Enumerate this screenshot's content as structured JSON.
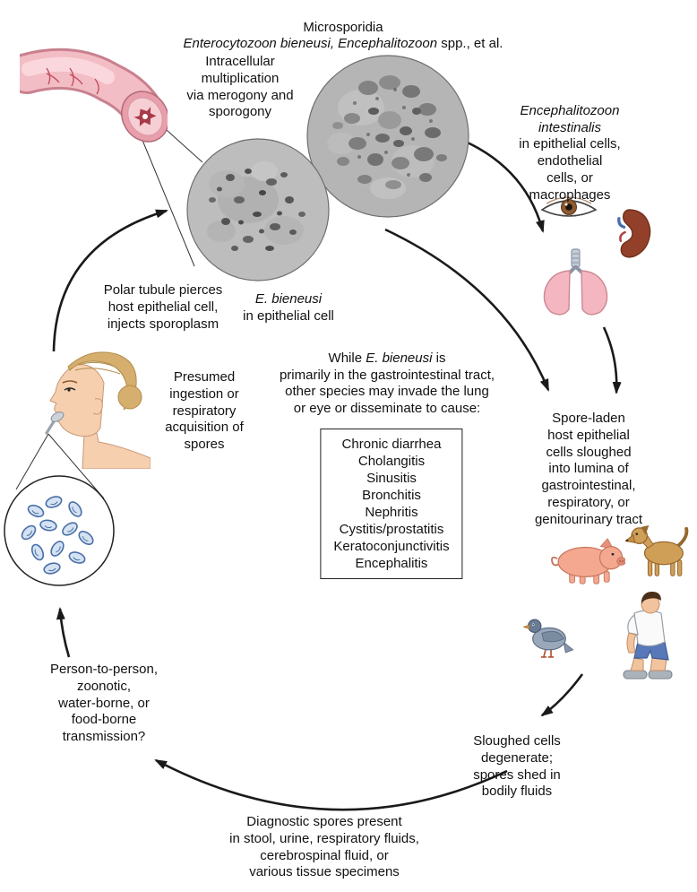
{
  "title": {
    "line1": "Microsporidia",
    "line2_italic": "Enterocytozoon bieneusi, Encephalitozoon",
    "line2_rest": " spp., et al."
  },
  "labels": {
    "intracellular": "Intracellular\nmultiplication\nvia merogony and\nsporogony",
    "encephalitozoon_species": "Encephalitozoon intestinalis",
    "encephalitozoon_rest": "\nin epithelial cells, endothelial\ncells, or macrophages",
    "ebieneusi_species": "E. bieneusi",
    "ebieneusi_rest": "\nin epithelial cell",
    "polar_tubule": "Polar tubule pierces\nhost epithelial cell,\ninjects sporoplasm",
    "presumed_ingestion": "Presumed\ningestion or\nrespiratory\nacquisition of\nspores",
    "while_prefix": "While ",
    "while_species": "E. bieneusi",
    "while_rest": " is\nprimarily in the gastrointestinal tract,\nother species may invade the lung\nor eye or disseminate to cause:",
    "spore_laden": "Spore-laden\nhost epithelial\ncells sloughed\ninto lumina of\ngastrointestinal,\nrespiratory, or\ngenitourinary tract",
    "person_to_person": "Person-to-person,\nzoonotic,\nwater-borne, or\nfood-borne\ntransmission?",
    "sloughed": "Sloughed cells\ndegenerate;\nspores shed in\nbodily fluids",
    "diagnostic": "Diagnostic spores present\nin stool, urine, respiratory fluids,\ncerebrospinal fluid, or\nvarious tissue specimens"
  },
  "diseases": [
    "Chronic diarrhea",
    "Cholangitis",
    "Sinusitis",
    "Bronchitis",
    "Nephritis",
    "Cystitis/prostatitis",
    "Keratoconjunctivitis",
    "Encephalitis"
  ],
  "icons": {
    "intestine-illustration": "pink intestine segment with cut lumen",
    "micrograph-encephalitozoon": "round electron micrograph, gray",
    "micrograph-ebieneusi": "round electron micrograph, gray",
    "eye-icon": "human eye",
    "kidney-icon": "kidney with vessel",
    "lungs-icon": "lungs with trachea",
    "face-ingestion-illustration": "woman ingesting spores with spoon",
    "spore-circle-illustration": "circle of blue microsporidian spores",
    "pig-icon": "pig",
    "dog-icon": "dog",
    "pigeon-icon": "pigeon",
    "person-squatting-icon": "squatting person",
    "cycle-arrow": "black curved arrow"
  },
  "colors": {
    "arrow": "#1a1a1a",
    "intestine_pink": "#f3bdc5",
    "lung_pink": "#f4b6c0",
    "kidney_brown": "#93402a",
    "spore_blue": "#4a6fa8",
    "pig_pink": "#f4a890",
    "dog_tan": "#cf9f58",
    "pigeon_gray": "#8fa2b8",
    "shorts_blue": "#5878b8",
    "hair_tan": "#d6ae6e",
    "micrograph_gray": "#b5b5b5"
  }
}
